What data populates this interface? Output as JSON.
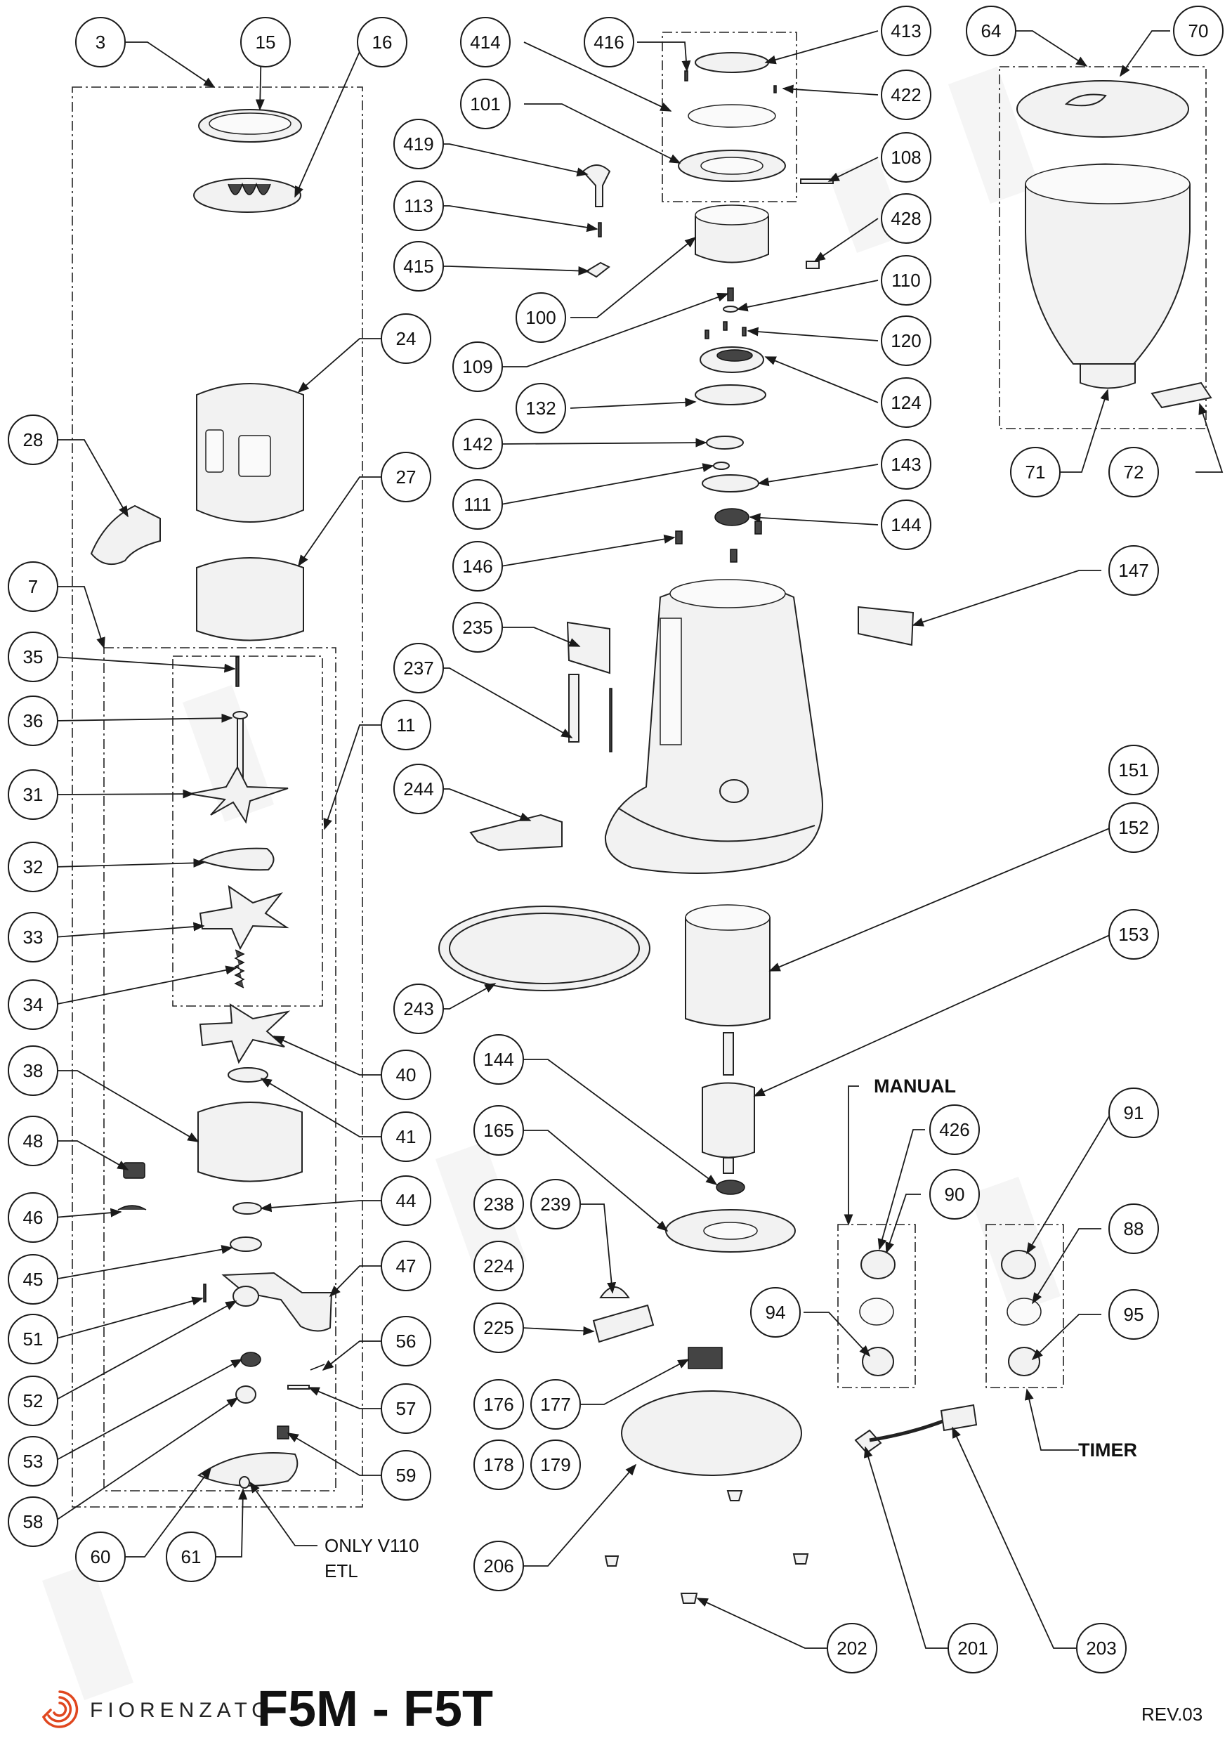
{
  "drawing": {
    "model": "F5M - F5T",
    "brand": "FIORENZATO",
    "revision": "REV.03",
    "section_labels": {
      "manual": "MANUAL",
      "timer": "TIMER"
    },
    "notes": [
      "ONLY V110",
      "ETL"
    ]
  },
  "callouts": [
    "3",
    "15",
    "16",
    "414",
    "416",
    "413",
    "64",
    "70",
    "101",
    "422",
    "419",
    "108",
    "113",
    "428",
    "415",
    "100",
    "110",
    "109",
    "120",
    "24",
    "124",
    "28",
    "132",
    "142",
    "27",
    "111",
    "143",
    "144",
    "146",
    "147",
    "7",
    "235",
    "35",
    "237",
    "36",
    "11",
    "151",
    "31",
    "244",
    "152",
    "32",
    "33",
    "243",
    "153",
    "34",
    "40",
    "38",
    "144",
    "41",
    "48",
    "165",
    "426",
    "91",
    "44",
    "238",
    "239",
    "90",
    "46",
    "88",
    "45",
    "224",
    "47",
    "94",
    "51",
    "95",
    "225",
    "56",
    "52",
    "176",
    "177",
    "57",
    "53",
    "178",
    "179",
    "59",
    "58",
    "60",
    "61",
    "206",
    "202",
    "201",
    "203",
    "71",
    "72"
  ],
  "colors": {
    "ink": "#1a1a1a",
    "brand_accent": "#e0471f",
    "paper": "#ffffff"
  }
}
